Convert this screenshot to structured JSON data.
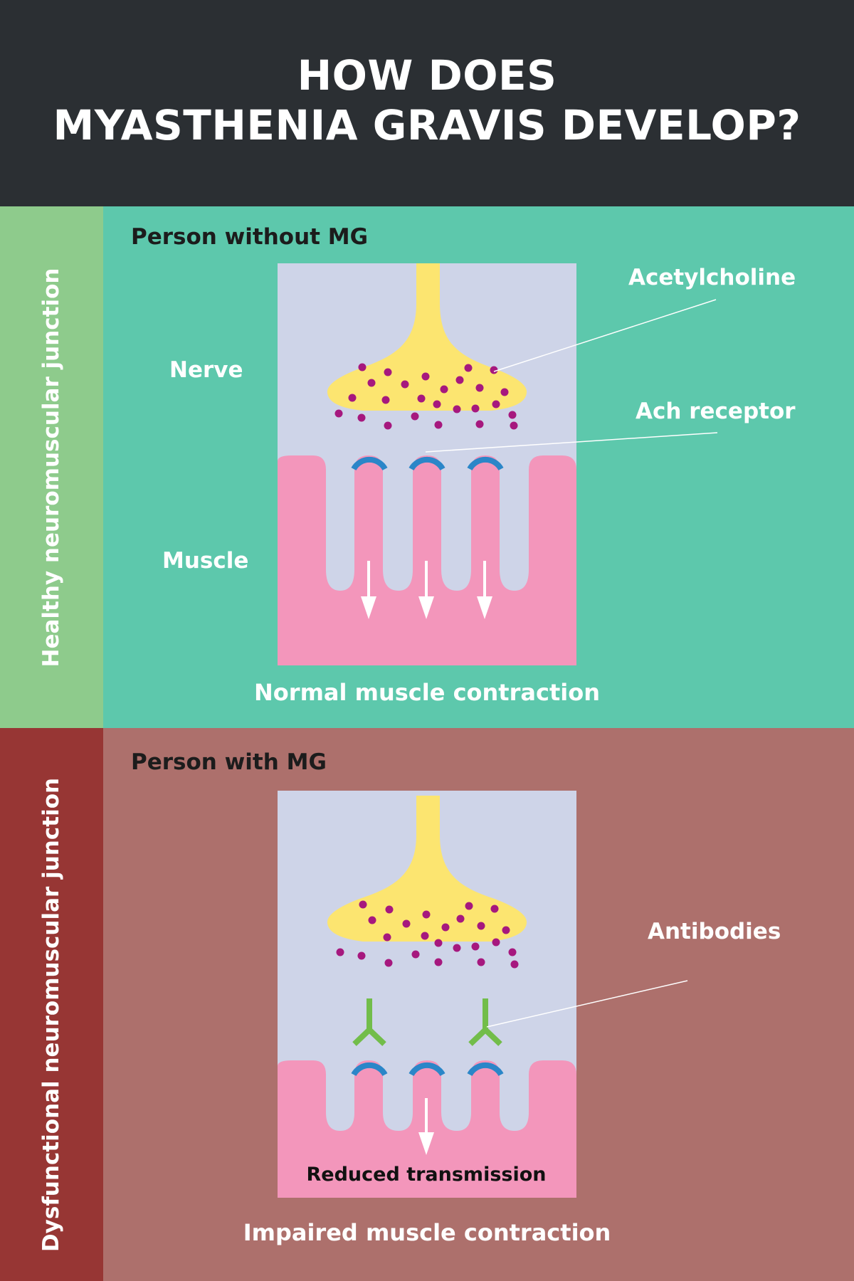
{
  "header": {
    "title_line1": "HOW DOES",
    "title_line2": "MYASTHENIA GRAVIS DEVELOP?"
  },
  "healthy": {
    "side_label": "Healthy neuromuscular junction",
    "heading": "Person without MG",
    "labels": {
      "acetylcholine": "Acetylcholine",
      "nerve": "Nerve",
      "ach_receptor": "Ach receptor",
      "muscle": "Muscle"
    },
    "caption": "Normal muscle contraction"
  },
  "dysfunctional": {
    "side_label": "Dysfunctional neuromuscular junction",
    "heading": "Person with MG",
    "labels": {
      "antibodies": "Antibodies",
      "reduced_transmission": "Reduced transmission"
    },
    "caption": "Impaired muscle contraction"
  },
  "colors": {
    "header_bg": "#2b2f33",
    "healthy_bg": "#5dc8ac",
    "healthy_side": "#8ecb8c",
    "dysfunctional_bg": "#ad706c",
    "dysfunctional_side": "#973634",
    "cleft": "#ced4e8",
    "nerve": "#fce570",
    "muscle": "#f396bb",
    "acetylcholine": "#a6187e",
    "receptor": "#2b86c8",
    "antibody": "#72bd4a"
  }
}
